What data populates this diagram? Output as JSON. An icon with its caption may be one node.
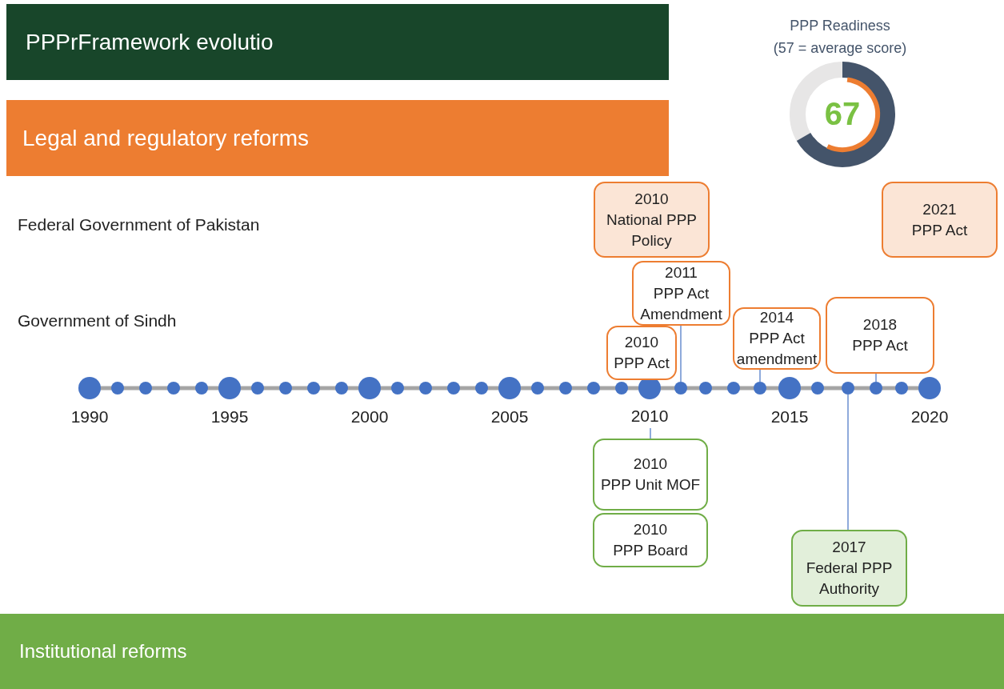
{
  "diagram": {
    "title": "PPPrFramework evolutio",
    "nodes": [
      {
        "text": [
          "Legal and regulatory reforms"
        ]
      },
      {
        "text": [
          "2010",
          "National PPP Policy"
        ]
      },
      {
        "text": [
          "2021",
          "PPP Act"
        ]
      },
      {
        "text": [
          "2011",
          "PPP Act Amendment"
        ]
      },
      {
        "text": [
          "2010",
          "PPP Act"
        ]
      },
      {
        "text": [
          "2014",
          "PPP Act amendment"
        ]
      },
      {
        "text": [
          "2018",
          "PPP Act"
        ]
      },
      {
        "text": [
          "2010",
          "PPP Unit MOF"
        ]
      },
      {
        "text": [
          "2010",
          "PPP Board"
        ]
      },
      {
        "text": [
          "2017",
          "Federal PPP Authority"
        ]
      },
      {
        "text": [
          "Institutional reforms"
        ]
      },
      {
        "text": [],
        "shape": "circle"
      },
      {
        "text": [],
        "shape": "circle"
      },
      {
        "text": [],
        "shape": "circle"
      },
      {
        "text": [],
        "shape": "circle"
      },
      {
        "text": [
          "2010"
        ]
      }
    ],
    "edges": [
      {
        "from": 3,
        "to": 11,
        "arrow": "none"
      },
      {
        "from": 5,
        "to": 12,
        "arrow": "none"
      },
      {
        "from": 6,
        "to": 14,
        "arrow": "none"
      },
      {
        "from": 9,
        "to": 13,
        "arrow": "none"
      },
      {
        "from": 7,
        "to": 15,
        "arrow": "none"
      }
    ],
    "labels": [
      "PPP Readiness",
      "(57 = average score)",
      "67",
      "Federal Government of Pakistan",
      "Government of Sindh",
      "1990",
      "1995",
      "2000",
      "2005",
      "2015",
      "2020"
    ]
  }
}
